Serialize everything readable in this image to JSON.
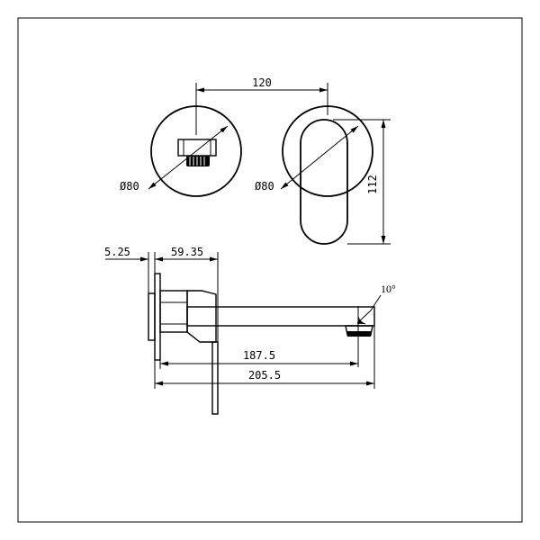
{
  "dimensions": {
    "width_between_centers": "120",
    "diameter_left": "Ø80",
    "diameter_right": "Ø80",
    "height_right": "112",
    "plate_thickness": "5.25",
    "body_depth": "59.35",
    "spout_length": "187.5",
    "overall_length": "205.5",
    "spout_angle": "10°"
  },
  "colors": {
    "line": "#000000",
    "background": "#ffffff"
  }
}
